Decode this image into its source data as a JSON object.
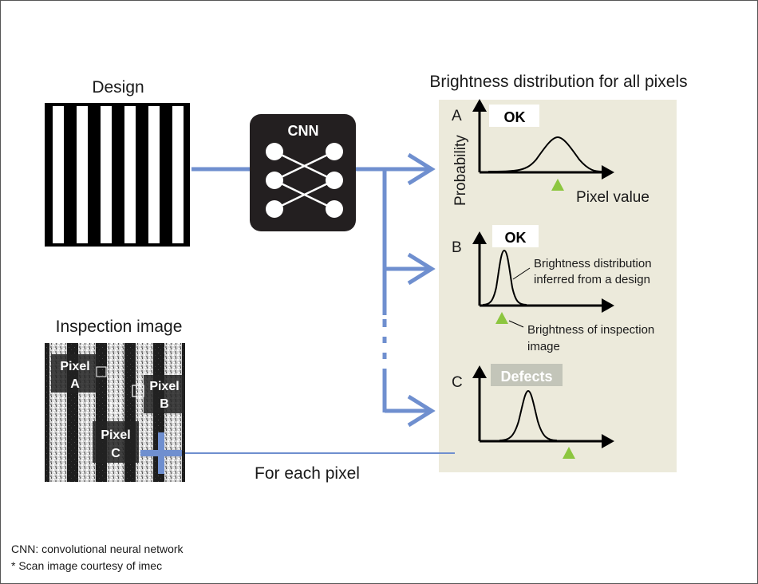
{
  "design_title": "Design",
  "inspection_title": "Inspection image",
  "cnn_label": "CNN",
  "right_panel_title": "Brightness distribution for all pixels",
  "pixel_labels": {
    "a": [
      "Pixel",
      "A"
    ],
    "b": [
      "Pixel",
      "B"
    ],
    "c": [
      "Pixel",
      "C"
    ]
  },
  "for_each_pixel": "For each pixel",
  "graphs": {
    "a": {
      "letter": "A",
      "badge": "OK",
      "y_axis": "Probability",
      "x_axis": "Pixel value"
    },
    "b": {
      "letter": "B",
      "badge": "OK",
      "annotation_curve": [
        "Brightness distribution",
        "inferred from a design"
      ],
      "annotation_marker": [
        "Brightness of inspection",
        "image"
      ]
    },
    "c": {
      "letter": "C",
      "badge": "Defects"
    }
  },
  "footnotes": [
    "CNN: convolutional neural network",
    "* Scan image courtesy of imec"
  ],
  "colors": {
    "arrow_blue": "#6f8fcf",
    "panel_bg": "#eceadb",
    "marker_green": "#8cc63f",
    "defect_badge": "#c3c5b9",
    "cnn_box": "#231f20"
  }
}
